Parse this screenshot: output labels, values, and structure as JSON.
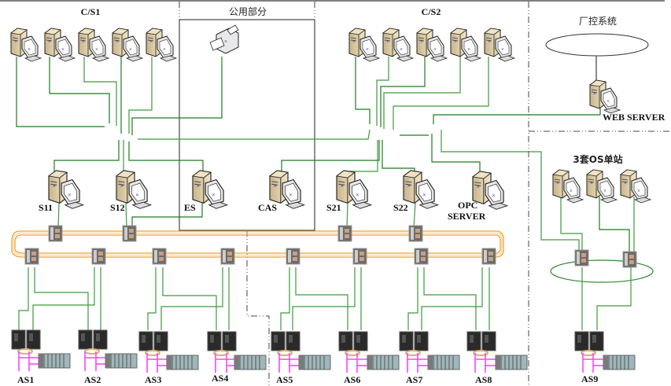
{
  "title": "DCS network topology",
  "regions": {
    "cs1": "C/S1",
    "common": "公用部分",
    "cs2": "C/S2",
    "plant": "厂控系统",
    "os_single": "3套OS单站"
  },
  "servers": {
    "s11": "S11",
    "s12": "S12",
    "es": "ES",
    "cas": "CAS",
    "s21": "S21",
    "s22": "S22",
    "opc_line1": "OPC",
    "opc_line2": "SERVER",
    "web": "WEB SERVER"
  },
  "automation_stations": [
    "AS1",
    "AS2",
    "AS3",
    "AS4",
    "AS5",
    "AS6",
    "AS7",
    "AS8",
    "AS9"
  ],
  "colors": {
    "link_green": "#3d9a3d",
    "ring_orange": "#f0a030",
    "profibus_pink": "#ff44ff"
  },
  "icons": {
    "workstation": "workstation-icon",
    "printer": "printer-icon",
    "switch": "network-switch-icon",
    "ring_module": "ring-switch-module-icon",
    "controller": "plc-controller-icon",
    "io_rack": "io-rack-icon"
  }
}
